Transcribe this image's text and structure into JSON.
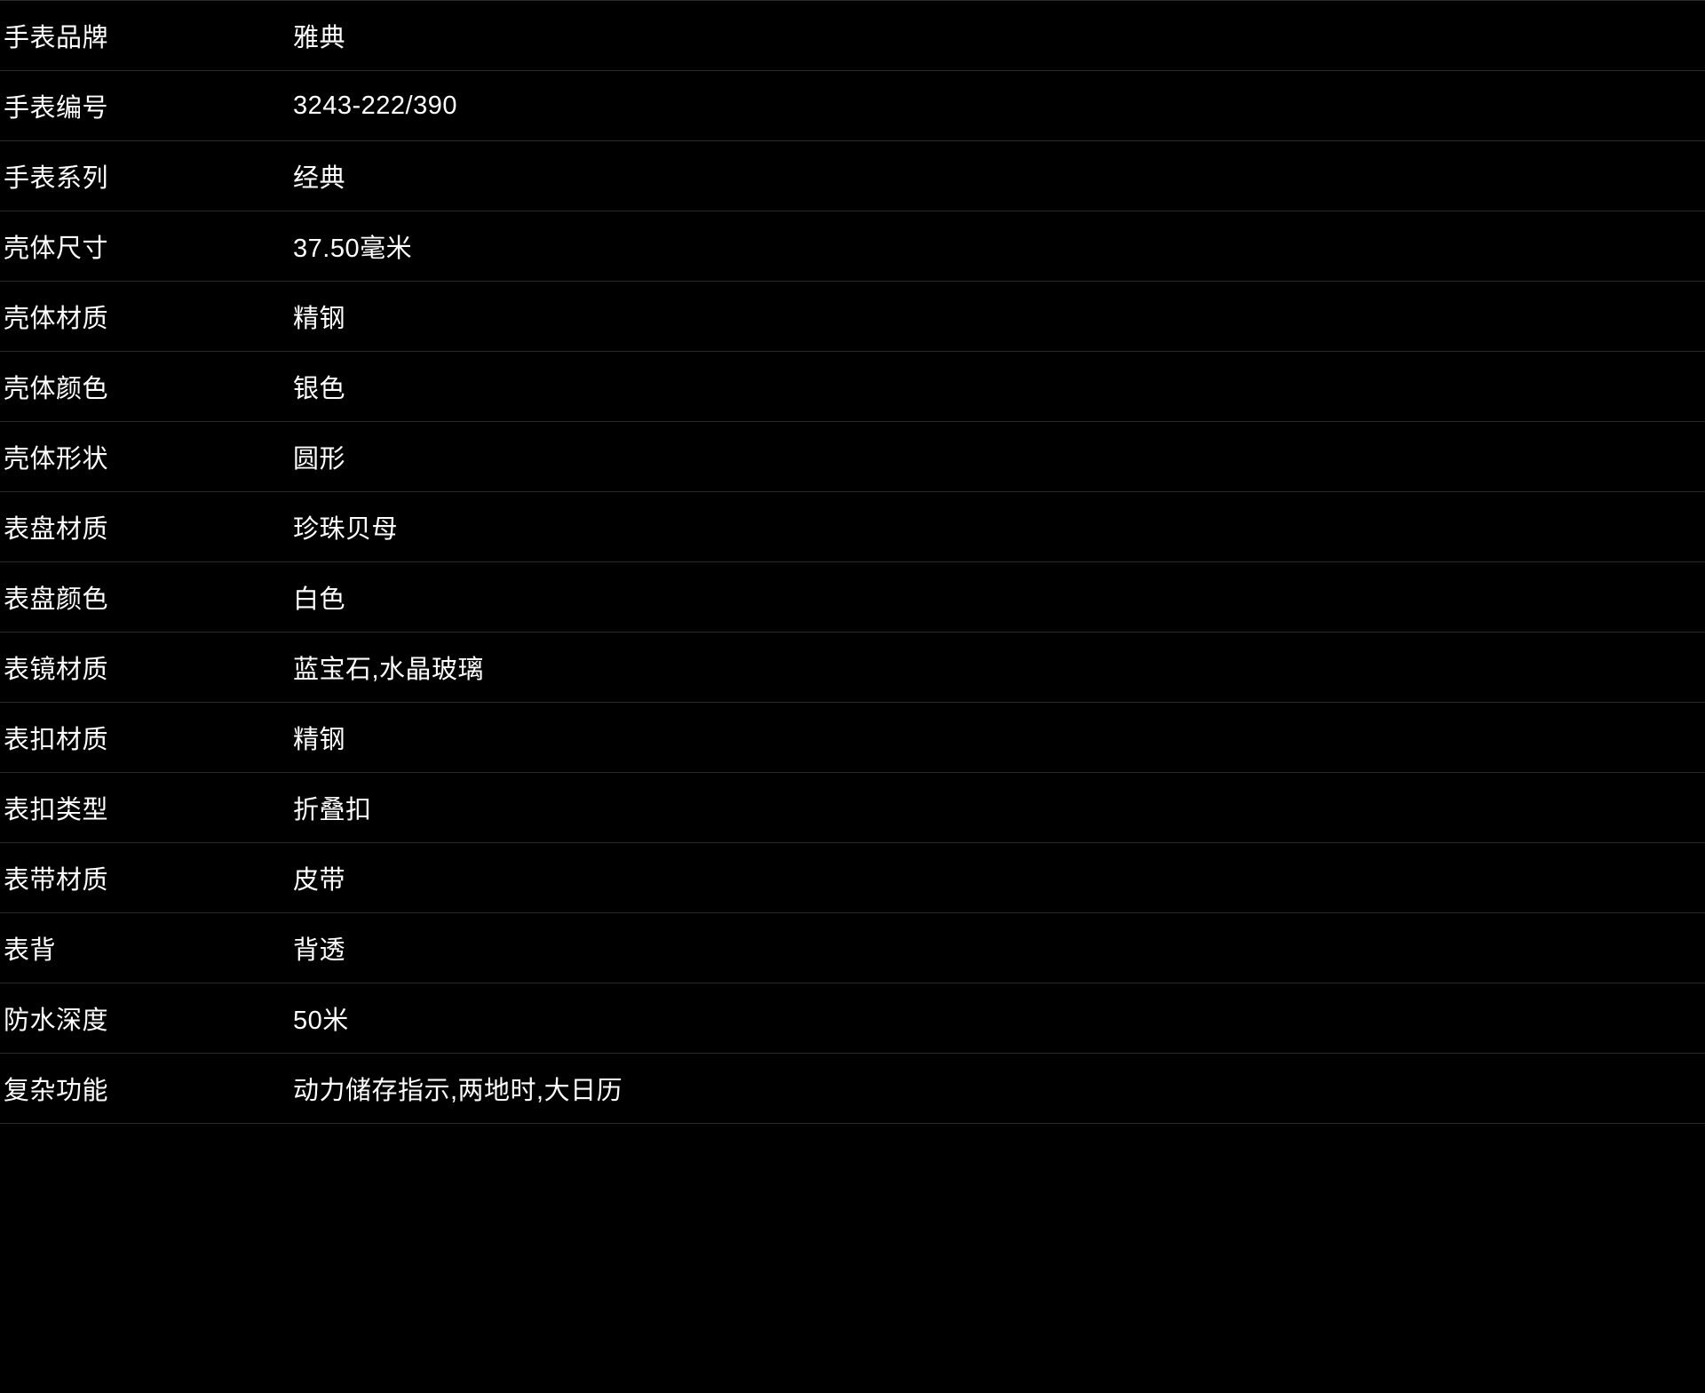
{
  "colors": {
    "background": "#000000",
    "text": "#ffffff",
    "divider": "#2b2b2b"
  },
  "table": {
    "rows": [
      {
        "label": "手表品牌",
        "value": "雅典"
      },
      {
        "label": "手表编号",
        "value": "3243-222/390"
      },
      {
        "label": "手表系列",
        "value": "经典"
      },
      {
        "label": "壳体尺寸",
        "value": "37.50毫米"
      },
      {
        "label": "壳体材质",
        "value": "精钢"
      },
      {
        "label": "壳体颜色",
        "value": "银色"
      },
      {
        "label": "壳体形状",
        "value": "圆形"
      },
      {
        "label": "表盘材质",
        "value": "珍珠贝母"
      },
      {
        "label": "表盘颜色",
        "value": "白色"
      },
      {
        "label": "表镜材质",
        "value": "蓝宝石,水晶玻璃"
      },
      {
        "label": "表扣材质",
        "value": "精钢"
      },
      {
        "label": "表扣类型",
        "value": "折叠扣"
      },
      {
        "label": "表带材质",
        "value": "皮带"
      },
      {
        "label": "表背",
        "value": "背透"
      },
      {
        "label": "防水深度",
        "value": "50米"
      },
      {
        "label": "复杂功能",
        "value": "动力储存指示,两地时,大日历"
      }
    ]
  }
}
